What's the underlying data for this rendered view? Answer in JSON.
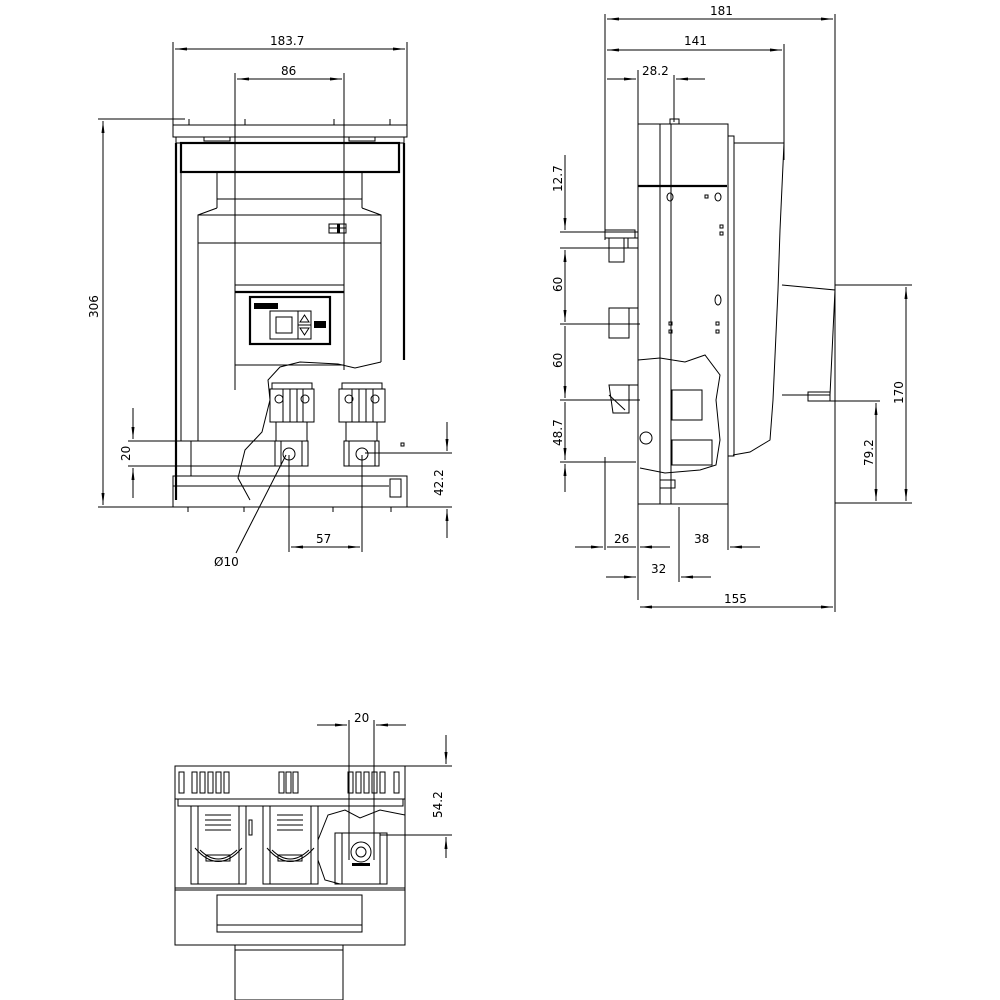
{
  "drawing": {
    "type": "dimension drawing",
    "views": {
      "front": {
        "dimensions": {
          "overall_width": "183.7",
          "handle_width": "86",
          "overall_height": "306",
          "terminal_height": "20",
          "terminal_center_from_bottom": "42.2",
          "terminal_pitch": "57",
          "hole_diameter": "Ø10"
        }
      },
      "side": {
        "dimensions": {
          "overall_depth": "181",
          "body_depth": "141",
          "front_offset": "28.2",
          "top_offset": "12.7",
          "terminal_spacing_1": "60",
          "terminal_spacing_2": "60",
          "bottom_terminal_height": "48.7",
          "handle_height": "170",
          "handle_low_edge": "79.2",
          "rear_left": "26",
          "rear_right": "38",
          "mount_offset": "32",
          "mount_depth": "155"
        }
      },
      "bottom": {
        "dimensions": {
          "terminal_width": "20",
          "terminal_height": "54.2"
        }
      }
    }
  }
}
